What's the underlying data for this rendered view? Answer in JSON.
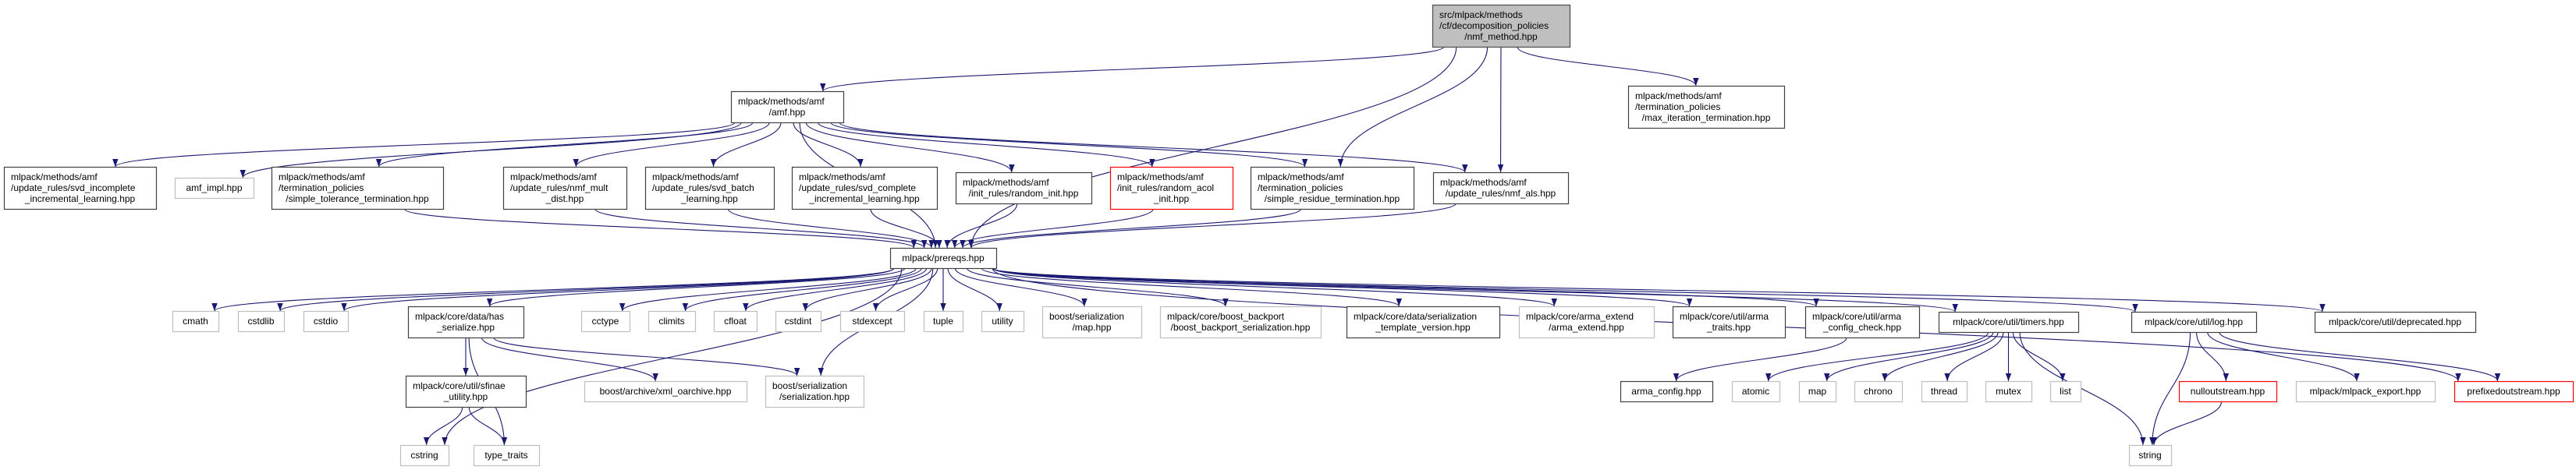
{
  "diagram": {
    "colors": {
      "edge": "#191970",
      "root_fill": "#bfbfbf",
      "root_border": "#4d4d4d",
      "documented_border": "#404040",
      "external_border": "#bfbfbf",
      "truncated_border": "#ff0000",
      "box_fill": "#ffffff"
    },
    "nodes": [
      {
        "id": "nmf_method",
        "kind": "root",
        "lines": [
          "src/mlpack/methods",
          "/cf/decomposition_policies",
          "/nmf_method.hpp"
        ]
      },
      {
        "id": "amf",
        "kind": "documented",
        "lines": [
          "mlpack/methods/amf",
          "/amf.hpp"
        ]
      },
      {
        "id": "max_iteration",
        "kind": "documented",
        "lines": [
          "mlpack/methods/amf",
          "/termination_policies",
          "/max_iteration_termination.hpp"
        ]
      },
      {
        "id": "svd_incomplete",
        "kind": "documented",
        "lines": [
          "mlpack/methods/amf",
          "/update_rules/svd_incomplete",
          "_incremental_learning.hpp"
        ]
      },
      {
        "id": "amf_impl",
        "kind": "external",
        "lines": [
          "amf_impl.hpp"
        ]
      },
      {
        "id": "simple_tolerance",
        "kind": "documented",
        "lines": [
          "mlpack/methods/amf",
          "/termination_policies",
          "/simple_tolerance_termination.hpp"
        ]
      },
      {
        "id": "nmf_mult",
        "kind": "documented",
        "lines": [
          "mlpack/methods/amf",
          "/update_rules/nmf_mult",
          "_dist.hpp"
        ]
      },
      {
        "id": "svd_batch",
        "kind": "documented",
        "lines": [
          "mlpack/methods/amf",
          "/update_rules/svd_batch",
          "_learning.hpp"
        ]
      },
      {
        "id": "svd_complete",
        "kind": "documented",
        "lines": [
          "mlpack/methods/amf",
          "/update_rules/svd_complete",
          "_incremental_learning.hpp"
        ]
      },
      {
        "id": "random_init",
        "kind": "documented",
        "lines": [
          "mlpack/methods/amf",
          "/init_rules/random_init.hpp"
        ]
      },
      {
        "id": "random_acol",
        "kind": "truncated",
        "lines": [
          "mlpack/methods/amf",
          "/init_rules/random_acol",
          "_init.hpp"
        ]
      },
      {
        "id": "simple_residue",
        "kind": "documented",
        "lines": [
          "mlpack/methods/amf",
          "/termination_policies",
          "/simple_residue_termination.hpp"
        ]
      },
      {
        "id": "nmf_als",
        "kind": "documented",
        "lines": [
          "mlpack/methods/amf",
          "/update_rules/nmf_als.hpp"
        ]
      },
      {
        "id": "prereqs",
        "kind": "documented",
        "lines": [
          "mlpack/prereqs.hpp"
        ]
      },
      {
        "id": "cmath",
        "kind": "external",
        "lines": [
          "cmath"
        ]
      },
      {
        "id": "cstdlib",
        "kind": "external",
        "lines": [
          "cstdlib"
        ]
      },
      {
        "id": "cstdio",
        "kind": "external",
        "lines": [
          "cstdio"
        ]
      },
      {
        "id": "has_serialize",
        "kind": "documented",
        "lines": [
          "mlpack/core/data/has",
          "_serialize.hpp"
        ]
      },
      {
        "id": "cctype",
        "kind": "external",
        "lines": [
          "cctype"
        ]
      },
      {
        "id": "climits",
        "kind": "external",
        "lines": [
          "climits"
        ]
      },
      {
        "id": "cfloat",
        "kind": "external",
        "lines": [
          "cfloat"
        ]
      },
      {
        "id": "cstdint",
        "kind": "external",
        "lines": [
          "cstdint"
        ]
      },
      {
        "id": "stdexcept",
        "kind": "external",
        "lines": [
          "stdexcept"
        ]
      },
      {
        "id": "tuple",
        "kind": "external",
        "lines": [
          "tuple"
        ]
      },
      {
        "id": "utility",
        "kind": "external",
        "lines": [
          "utility"
        ]
      },
      {
        "id": "boost_map",
        "kind": "external",
        "lines": [
          "boost/serialization",
          "/map.hpp"
        ]
      },
      {
        "id": "boost_backport",
        "kind": "external",
        "lines": [
          "mlpack/core/boost_backport",
          "/boost_backport_serialization.hpp"
        ]
      },
      {
        "id": "ser_template",
        "kind": "documented",
        "lines": [
          "mlpack/core/data/serialization",
          "_template_version.hpp"
        ]
      },
      {
        "id": "arma_extend",
        "kind": "external",
        "lines": [
          "mlpack/core/arma_extend",
          "/arma_extend.hpp"
        ]
      },
      {
        "id": "arma_traits",
        "kind": "documented",
        "lines": [
          "mlpack/core/util/arma",
          "_traits.hpp"
        ]
      },
      {
        "id": "arma_config_check",
        "kind": "documented",
        "lines": [
          "mlpack/core/util/arma",
          "_config_check.hpp"
        ]
      },
      {
        "id": "timers",
        "kind": "documented",
        "lines": [
          "mlpack/core/util/timers.hpp"
        ]
      },
      {
        "id": "log",
        "kind": "documented",
        "lines": [
          "mlpack/core/util/log.hpp"
        ]
      },
      {
        "id": "deprecated",
        "kind": "documented",
        "lines": [
          "mlpack/core/util/deprecated.hpp"
        ]
      },
      {
        "id": "sfinae",
        "kind": "documented",
        "lines": [
          "mlpack/core/util/sfinae",
          "_utility.hpp"
        ]
      },
      {
        "id": "xml_oarchive",
        "kind": "external",
        "lines": [
          "boost/archive/xml_oarchive.hpp"
        ]
      },
      {
        "id": "boost_serialization",
        "kind": "external",
        "lines": [
          "boost/serialization",
          "/serialization.hpp"
        ]
      },
      {
        "id": "arma_config",
        "kind": "documented",
        "lines": [
          "arma_config.hpp"
        ]
      },
      {
        "id": "atomic",
        "kind": "external",
        "lines": [
          "atomic"
        ]
      },
      {
        "id": "std_map",
        "kind": "external",
        "lines": [
          "map"
        ]
      },
      {
        "id": "chrono",
        "kind": "external",
        "lines": [
          "chrono"
        ]
      },
      {
        "id": "thread",
        "kind": "external",
        "lines": [
          "thread"
        ]
      },
      {
        "id": "mutex",
        "kind": "external",
        "lines": [
          "mutex"
        ]
      },
      {
        "id": "list",
        "kind": "external",
        "lines": [
          "list"
        ]
      },
      {
        "id": "nulloutstream",
        "kind": "truncated",
        "lines": [
          "nulloutstream.hpp"
        ]
      },
      {
        "id": "mlpack_export",
        "kind": "external",
        "lines": [
          "mlpack/mlpack_export.hpp"
        ]
      },
      {
        "id": "prefixedoutstream",
        "kind": "truncated",
        "lines": [
          "prefixedoutstream.hpp"
        ]
      },
      {
        "id": "cstring",
        "kind": "external",
        "lines": [
          "cstring"
        ]
      },
      {
        "id": "type_traits",
        "kind": "external",
        "lines": [
          "type_traits"
        ]
      },
      {
        "id": "string",
        "kind": "external",
        "lines": [
          "string"
        ]
      }
    ],
    "edges": [
      {
        "from": "nmf_method",
        "to": "amf"
      },
      {
        "from": "nmf_method",
        "to": "max_iteration"
      },
      {
        "from": "nmf_method",
        "to": "simple_residue"
      },
      {
        "from": "nmf_method",
        "to": "nmf_als"
      },
      {
        "from": "nmf_method",
        "to": "prereqs"
      },
      {
        "from": "amf",
        "to": "svd_incomplete"
      },
      {
        "from": "amf",
        "to": "amf_impl"
      },
      {
        "from": "amf",
        "to": "simple_tolerance"
      },
      {
        "from": "amf",
        "to": "nmf_mult"
      },
      {
        "from": "amf",
        "to": "svd_batch"
      },
      {
        "from": "amf",
        "to": "svd_complete"
      },
      {
        "from": "amf",
        "to": "random_init"
      },
      {
        "from": "amf",
        "to": "random_acol"
      },
      {
        "from": "amf",
        "to": "simple_residue"
      },
      {
        "from": "amf",
        "to": "nmf_als"
      },
      {
        "from": "amf",
        "to": "prereqs"
      },
      {
        "from": "simple_tolerance",
        "to": "prereqs"
      },
      {
        "from": "nmf_mult",
        "to": "prereqs"
      },
      {
        "from": "svd_batch",
        "to": "prereqs"
      },
      {
        "from": "svd_complete",
        "to": "prereqs"
      },
      {
        "from": "random_init",
        "to": "prereqs"
      },
      {
        "from": "random_acol",
        "to": "prereqs"
      },
      {
        "from": "simple_residue",
        "to": "prereqs"
      },
      {
        "from": "nmf_als",
        "to": "prereqs"
      },
      {
        "from": "prereqs",
        "to": "cmath"
      },
      {
        "from": "prereqs",
        "to": "cstdlib"
      },
      {
        "from": "prereqs",
        "to": "cstdio"
      },
      {
        "from": "prereqs",
        "to": "has_serialize"
      },
      {
        "from": "prereqs",
        "to": "cctype"
      },
      {
        "from": "prereqs",
        "to": "climits"
      },
      {
        "from": "prereqs",
        "to": "cfloat"
      },
      {
        "from": "prereqs",
        "to": "cstdint"
      },
      {
        "from": "prereqs",
        "to": "stdexcept"
      },
      {
        "from": "prereqs",
        "to": "tuple"
      },
      {
        "from": "prereqs",
        "to": "utility"
      },
      {
        "from": "prereqs",
        "to": "boost_map"
      },
      {
        "from": "prereqs",
        "to": "boost_backport"
      },
      {
        "from": "prereqs",
        "to": "ser_template"
      },
      {
        "from": "prereqs",
        "to": "arma_extend"
      },
      {
        "from": "prereqs",
        "to": "arma_traits"
      },
      {
        "from": "prereqs",
        "to": "arma_config_check"
      },
      {
        "from": "prereqs",
        "to": "timers"
      },
      {
        "from": "prereqs",
        "to": "log"
      },
      {
        "from": "prereqs",
        "to": "deprecated"
      },
      {
        "from": "prereqs",
        "to": "cstring"
      },
      {
        "from": "prereqs",
        "to": "boost_serialization"
      },
      {
        "from": "prereqs",
        "to": "prefixedoutstream"
      },
      {
        "from": "has_serialize",
        "to": "sfinae"
      },
      {
        "from": "has_serialize",
        "to": "type_traits"
      },
      {
        "from": "has_serialize",
        "to": "xml_oarchive"
      },
      {
        "from": "has_serialize",
        "to": "boost_serialization"
      },
      {
        "from": "sfinae",
        "to": "cstring"
      },
      {
        "from": "sfinae",
        "to": "type_traits"
      },
      {
        "from": "arma_config_check",
        "to": "arma_config"
      },
      {
        "from": "timers",
        "to": "atomic"
      },
      {
        "from": "timers",
        "to": "std_map"
      },
      {
        "from": "timers",
        "to": "chrono"
      },
      {
        "from": "timers",
        "to": "thread"
      },
      {
        "from": "timers",
        "to": "mutex"
      },
      {
        "from": "timers",
        "to": "list"
      },
      {
        "from": "timers",
        "to": "string"
      },
      {
        "from": "log",
        "to": "string"
      },
      {
        "from": "log",
        "to": "nulloutstream"
      },
      {
        "from": "log",
        "to": "mlpack_export"
      },
      {
        "from": "log",
        "to": "prefixedoutstream"
      },
      {
        "from": "nulloutstream",
        "to": "string"
      }
    ]
  }
}
